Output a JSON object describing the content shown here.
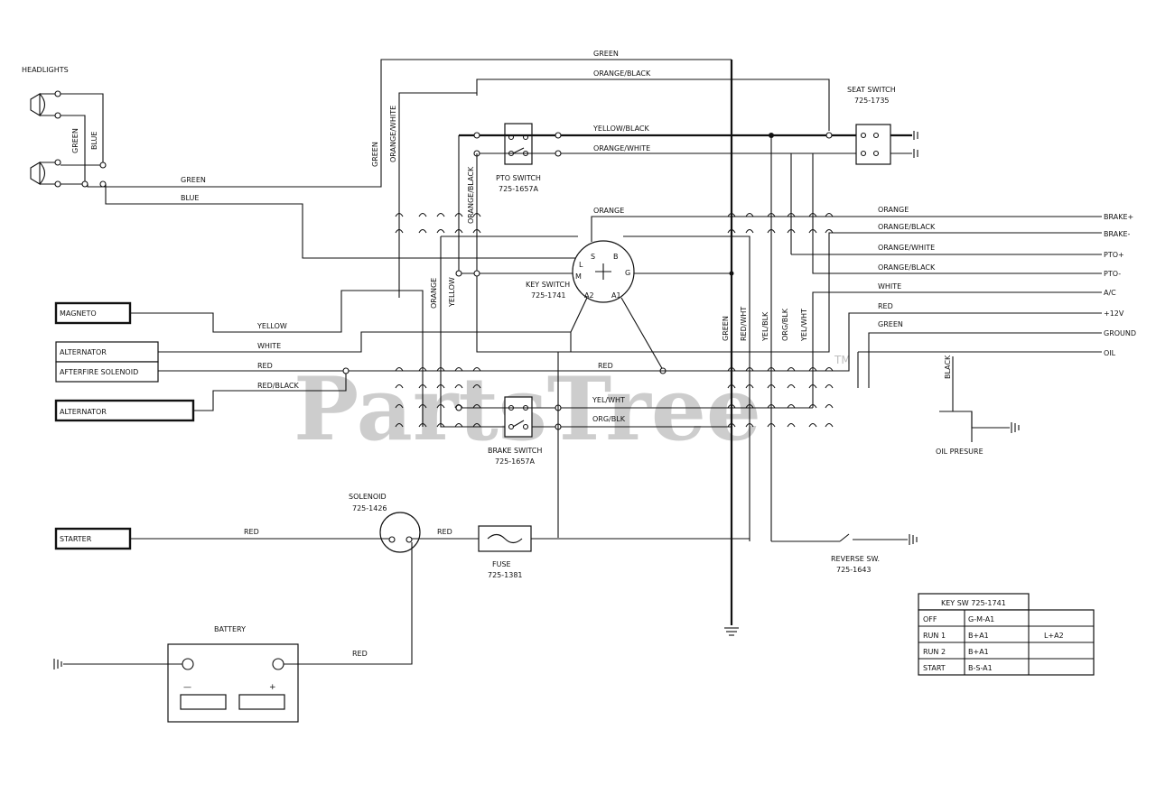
{
  "watermark": {
    "text": "PartsTree",
    "tm": "TM"
  },
  "components": {
    "headlights": "HEADLIGHTS",
    "magneto": "MAGNETO",
    "alternator1": "ALTERNATOR",
    "afterfire": "AFTERFIRE SOLENOID",
    "alternator2": "ALTERNATOR",
    "starter": "STARTER",
    "battery": "BATTERY",
    "battery_minus": "—",
    "battery_plus": "+",
    "solenoid": "SOLENOID",
    "solenoid_pn": "725-1426",
    "fuse": "FUSE",
    "fuse_pn": "725-1381",
    "pto_switch": "PTO SWITCH",
    "pto_switch_pn": "725-1657A",
    "brake_switch": "BRAKE SWITCH",
    "brake_switch_pn": "725-1657A",
    "key_switch": "KEY SWITCH",
    "key_switch_pn": "725-1741",
    "seat_switch": "SEAT SWITCH",
    "seat_switch_pn": "725-1735",
    "reverse_sw": "REVERSE SW.",
    "reverse_sw_pn": "725-1643",
    "oil_pressure": "OIL PRESURE",
    "key_terminals": {
      "s": "S",
      "b": "B",
      "l": "L",
      "m": "M",
      "g": "G",
      "a2": "A2",
      "a1": "A1",
      "plus": "+"
    }
  },
  "wires": {
    "green_top": "GREEN",
    "orange_black_top": "ORANGE/BLACK",
    "yellow_black": "YELLOW/BLACK",
    "orange_white_mid": "ORANGE/WHITE",
    "green_hl": "GREEN",
    "blue_hl": "BLUE",
    "green_v_hl": "GREEN",
    "blue_v_hl": "BLUE",
    "green_vert": "GREEN",
    "orange_white_vert": "ORANGE/WHITE",
    "orange_black_vert": "ORANGE/BLACK",
    "orange_key": "ORANGE",
    "orange_vert": "ORANGE",
    "yellow_vert": "YELLOW",
    "yellow_mag": "YELLOW",
    "white_alt": "WHITE",
    "red_aft": "RED",
    "red_black_alt": "RED/BLACK",
    "red_key": "RED",
    "yel_wht": "YEL/WHT",
    "org_blk": "ORG/BLK",
    "red_starter": "RED",
    "red_fuse": "RED",
    "red_battery": "RED",
    "black_oil": "BLACK",
    "green_bundle": "GREEN",
    "red_wht_bundle": "RED/WHT",
    "yel_blk_bundle": "YEL/BLK",
    "org_blk_bundle": "ORG/BLK",
    "yel_wht_bundle": "YEL/WHT",
    "right_orange": "ORANGE",
    "right_orange_black": "ORANGE/BLACK",
    "right_orange_white": "ORANGE/WHITE",
    "right_orange_black2": "ORANGE/BLACK",
    "right_white": "WHITE",
    "right_red": "RED",
    "right_green": "GREEN"
  },
  "right_terminals": [
    "BRAKE+",
    "BRAKE-",
    "PTO+",
    "PTO-",
    "A/C",
    "+12V",
    "GROUND",
    "OIL"
  ],
  "key_table": {
    "title": "KEY SW 725-1741",
    "rows": [
      {
        "pos": "OFF",
        "circuit": "G-M-A1",
        "extra": ""
      },
      {
        "pos": "RUN 1",
        "circuit": "B+A1",
        "extra": "L+A2"
      },
      {
        "pos": "RUN 2",
        "circuit": "B+A1",
        "extra": ""
      },
      {
        "pos": "START",
        "circuit": "B-S-A1",
        "extra": ""
      }
    ]
  }
}
